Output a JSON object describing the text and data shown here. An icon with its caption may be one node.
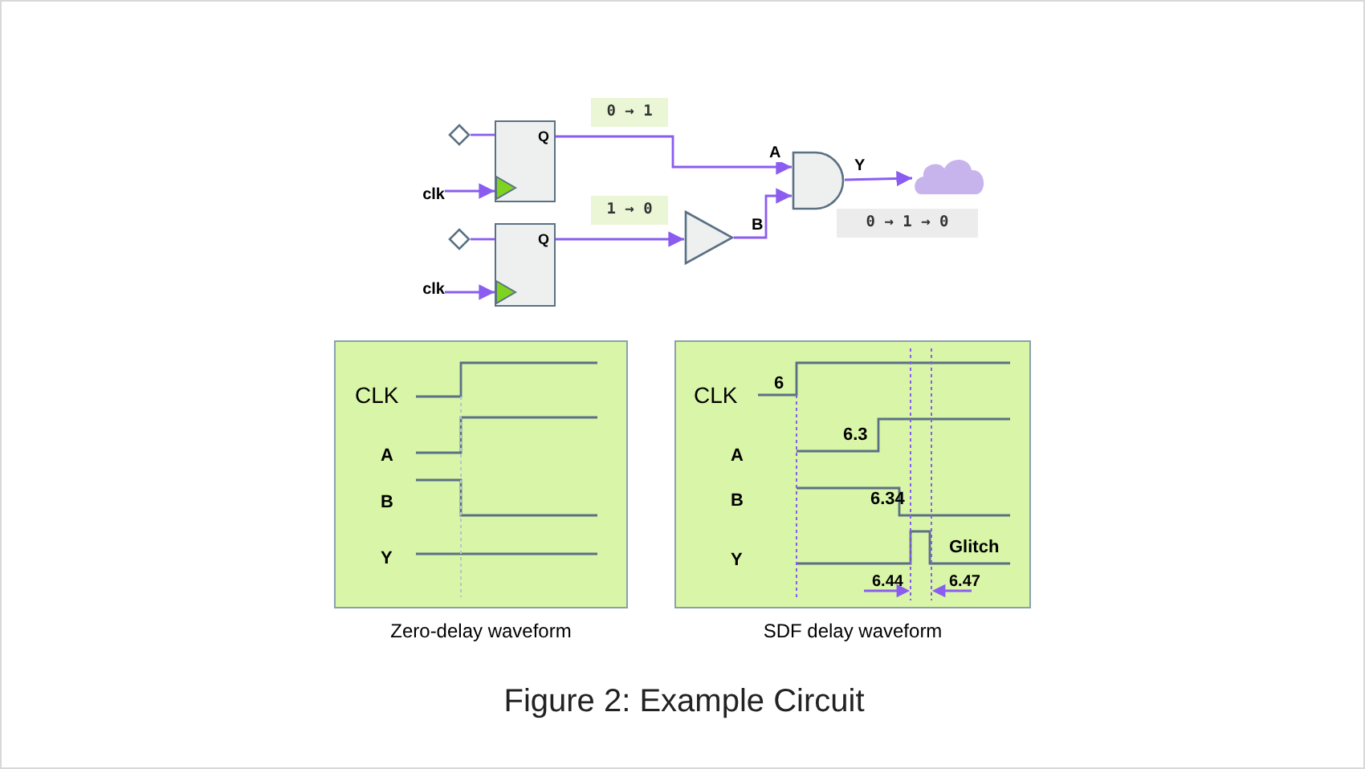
{
  "diagram": {
    "caption": "Figure 2: Example Circuit",
    "nodes": [
      {
        "text": [],
        "shape": "diamond"
      },
      {
        "text": [
          "Q"
        ]
      },
      {
        "text": [
          "clk"
        ]
      },
      {
        "text": [],
        "shape": "diamond"
      },
      {
        "text": [
          "Q"
        ]
      },
      {
        "text": [
          "clk"
        ]
      },
      {
        "text": [],
        "shape": "triangle"
      },
      {
        "text": [],
        "shape": "gate"
      },
      {
        "text": [],
        "shape": "cloud"
      },
      {
        "text": [
          "0 → 1"
        ]
      },
      {
        "text": [
          "1 → 0"
        ]
      },
      {
        "text": [
          "0 → 1 → 0"
        ]
      },
      {
        "text": [
          "CLK",
          "A",
          "B",
          "Y"
        ],
        "beside": [
          "Zero-delay waveform"
        ]
      },
      {
        "text": [
          "CLK",
          "6",
          "A",
          "6.3",
          "B",
          "6.34",
          "Y",
          "Glitch",
          "6.44",
          "6.47"
        ],
        "beside": [
          "SDF delay waveform"
        ]
      }
    ],
    "edges": [
      {
        "from": 0,
        "to": 1,
        "arrow": "none"
      },
      {
        "from": 2,
        "to": 1,
        "arrow": "to"
      },
      {
        "from": 3,
        "to": 4,
        "arrow": "none"
      },
      {
        "from": 5,
        "to": 4,
        "arrow": "to"
      },
      {
        "from": 1,
        "to": 7,
        "arrow": "to",
        "label": "A"
      },
      {
        "from": 4,
        "to": 6,
        "arrow": "to"
      },
      {
        "from": 6,
        "to": 7,
        "arrow": "to",
        "label": "B"
      },
      {
        "from": 7,
        "to": 8,
        "arrow": "to",
        "label": "Y"
      }
    ]
  }
}
